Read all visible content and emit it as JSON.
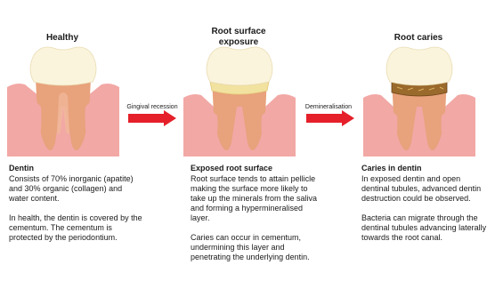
{
  "stages": [
    {
      "title": "Healthy"
    },
    {
      "title_line1": "Root surface",
      "title_line2": "exposure"
    },
    {
      "title": "Root caries"
    }
  ],
  "arrows": [
    {
      "label": "Gingival recession"
    },
    {
      "label": "Demineralisation"
    }
  ],
  "texts": [
    {
      "heading": "Dentin",
      "para1": "Consists of 70% inorganic (apatite) and 30% organic (collagen) and water content.",
      "para2": "In health, the dentin is covered by the cementum. The cementum is protected by the periodontium."
    },
    {
      "heading": "Exposed root surface",
      "para1": "Root surface tends to attain pellicle making the surface more likely to take up the minerals from the saliva and forming a hypermineralised layer.",
      "para2": "Caries can occur in cementum, undermining this layer and penetrating the underlying dentin."
    },
    {
      "heading": "Caries in dentin",
      "para1": "In exposed dentin and open dentinal tubules, advanced dentin destruction could be observed.",
      "para2": "Bacteria can migrate through the dentinal tubules advancing laterally towards the root canal."
    }
  ],
  "colors": {
    "gum": "#f2a8a5",
    "dentin": "#e8a27c",
    "enamel": "#fbf4dc",
    "cementum_layer": "#f2e2a0",
    "caries": "#9a6a2c",
    "arrow": "#e5202a"
  }
}
